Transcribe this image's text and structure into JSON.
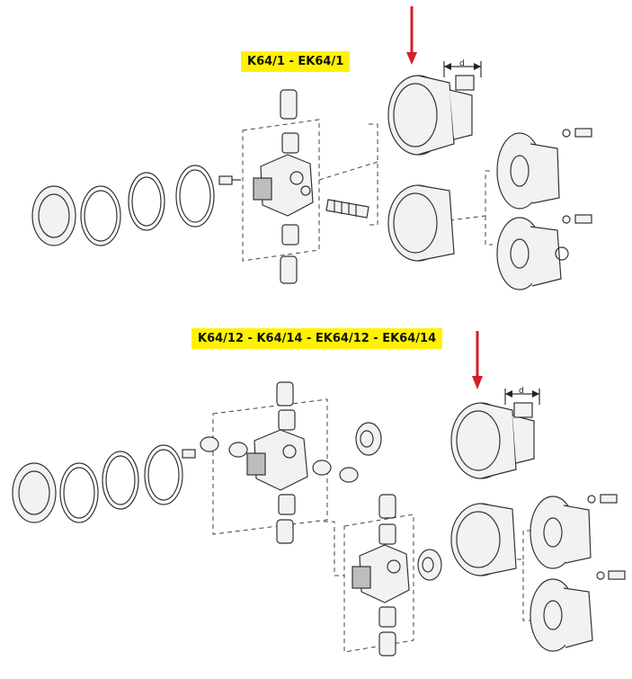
{
  "labels": {
    "top_model": "K64/1 - EK64/1",
    "bottom_model": "K64/12 - K64/14 - EK64/12 - EK64/14",
    "dimension_top": "d",
    "dimension_bottom": "d"
  },
  "colors": {
    "highlight": "#fff200",
    "arrow": "#d0202a",
    "line": "#333333"
  },
  "icons": [
    "red-arrow-icon"
  ]
}
